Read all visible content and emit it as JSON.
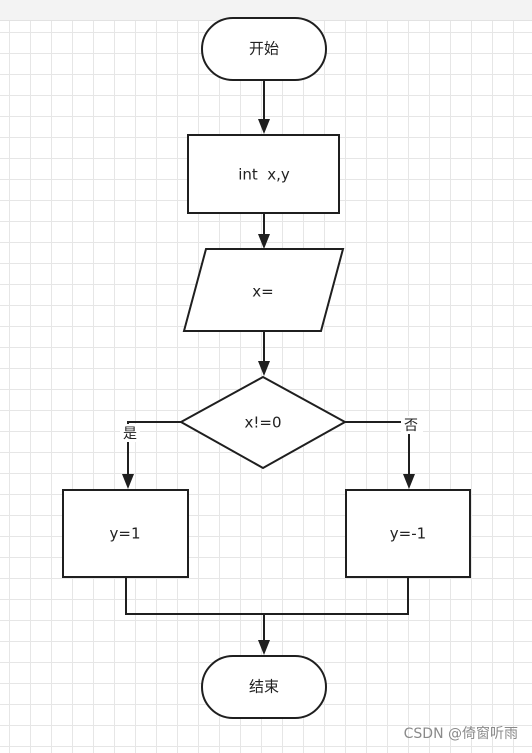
{
  "nodes": {
    "start": "开始",
    "declare": "int  x,y",
    "input": "x=",
    "decision": "x!=0",
    "yes_branch": "y=1",
    "no_branch": "y=-1",
    "end": "结束"
  },
  "edges": {
    "yes_label": "是",
    "no_label": "否"
  },
  "watermark": "CSDN @倚窗听雨",
  "colors": {
    "stroke": "#1f1f1f",
    "grid": "#e6e6e6",
    "background": "#ffffff"
  }
}
